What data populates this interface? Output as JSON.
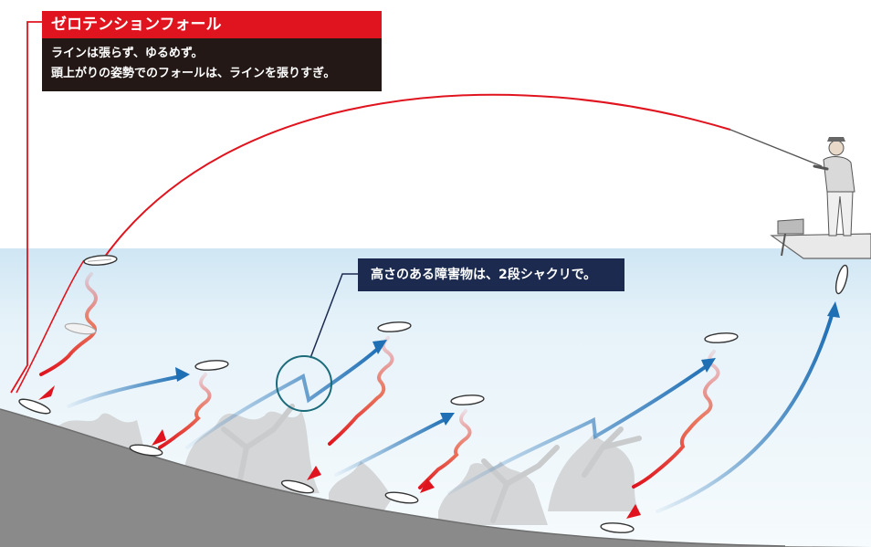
{
  "callout": {
    "title": "ゼロテンションフォール",
    "lines": [
      "ラインは張らず、ゆるめず。",
      "頭上がりの姿勢でのフォールは、ラインを張りすぎ。"
    ]
  },
  "tag": {
    "text": "高さのある障害物は、2段シャクリで。"
  },
  "colors": {
    "callout_red": "#e0141e",
    "callout_dark": "#231815",
    "tag_navy": "#1b2a4e",
    "fall_red": "#e0141e",
    "jerk_blue": "#1f6fb5",
    "seabed": "#8a8a8a",
    "water": "#e4f1f9"
  },
  "icons": [
    "lure-icon",
    "angler-icon",
    "boat-icon",
    "weed-icon"
  ]
}
